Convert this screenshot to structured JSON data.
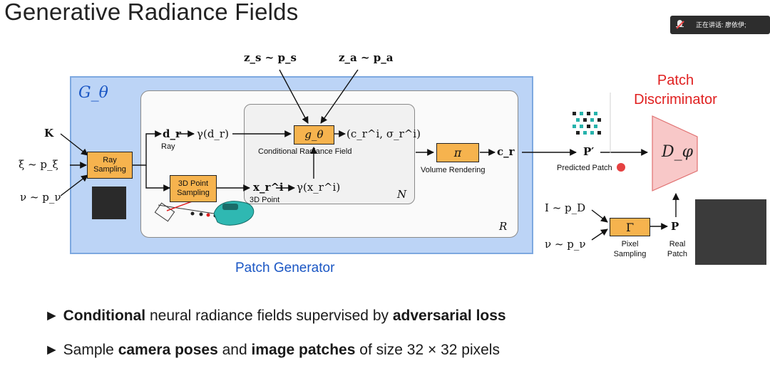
{
  "slide": {
    "title": "Generative Radiance Fields",
    "speaker_text": "正在讲话: 廖依伊;"
  },
  "diagram": {
    "g_theta": "G_θ",
    "inputs": {
      "k": "K",
      "xi": "ξ ~ p_ξ",
      "nu": "ν ~ p_ν"
    },
    "ray_sampling": "Ray Sampling",
    "point_sampling": "3D Point Sampling",
    "ray_label": "Ray",
    "point_label": "3D Point",
    "d_r": "d_r",
    "gamma_d": "γ(d_r)",
    "x_r": "x_r^i",
    "gamma_x": "γ(x_r^i)",
    "zs": "z_s ~ p_s",
    "za": "z_a ~ p_a",
    "g_box": "g_θ",
    "crf_out": "(c_r^i, σ_r^i)",
    "crf_label": "Conditional Radiance Field",
    "n_label": "N",
    "r_label": "R",
    "pi_box": "π",
    "volume_rendering": "Volume Rendering",
    "c_r": "c_r",
    "p_prime": "P′",
    "predicted_patch": "Predicted Patch",
    "patch_generator": "Patch Generator",
    "patch_discriminator": "Patch Discriminator",
    "d_phi": "D_φ",
    "i_input": "I ~ p_D",
    "nu2": "ν ~ p_ν",
    "gamma_box": "Γ",
    "pixel_sampling": "Pixel Sampling",
    "p_real": "P",
    "real_patch": "Real Patch",
    "icon_ray": "Ray",
    "icon_x": "x_r^i"
  },
  "bullets": {
    "b1_bold1": "Conditional",
    "b1_text1": "neural radiance fields supervised by",
    "b1_bold2": "adversarial loss",
    "b2_text1": "Sample",
    "b2_bold1": "camera poses",
    "b2_text2": "and",
    "b2_bold2": "image patches",
    "b2_text3": "of size 32 × 32 pixels"
  },
  "colors": {
    "generator_bg": "#bcd4f6",
    "generator_label": "#1a56c4",
    "discriminator_label": "#e02020",
    "discriminator_fill": "#f8c8c8",
    "orange_box": "#f6b34e"
  }
}
